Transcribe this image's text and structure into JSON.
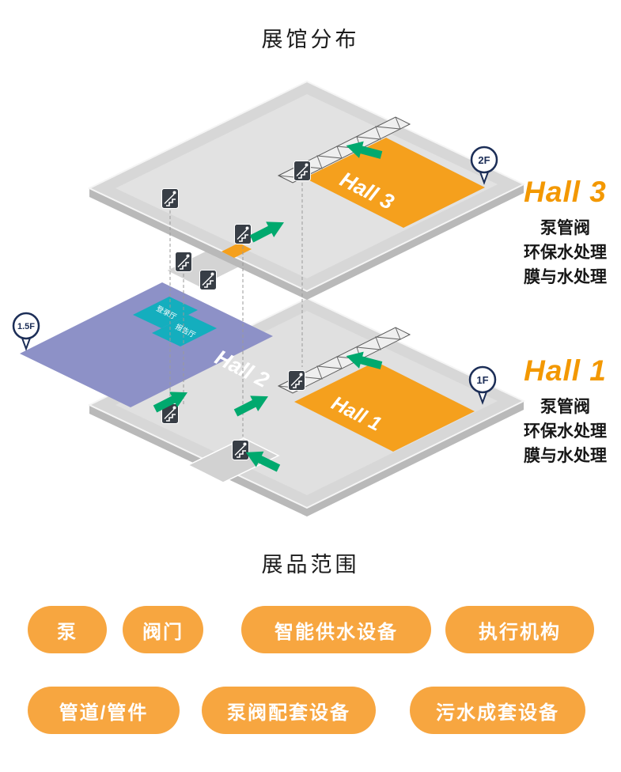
{
  "titles": {
    "map": "展馆分布",
    "scope": "展品范围"
  },
  "pins": [
    {
      "label": "2F"
    },
    {
      "label": "1.5F"
    },
    {
      "label": "1F"
    }
  ],
  "halls": [
    {
      "label": "Hall 3"
    },
    {
      "label": "Hall 2"
    },
    {
      "label": "Hall 1"
    }
  ],
  "rooms": [
    {
      "label": "登录厅"
    },
    {
      "label": "报告厅"
    }
  ],
  "legend": [
    {
      "title": "Hall 3",
      "lines": [
        "泵管阀",
        "环保水处理",
        "膜与水处理"
      ]
    },
    {
      "title": "Hall 1",
      "lines": [
        "泵管阀",
        "环保水处理",
        "膜与水处理"
      ]
    }
  ],
  "pills": {
    "row1": [
      "泵",
      "阀门",
      "智能供水设备",
      "执行机构"
    ],
    "row2": [
      "管道/管件",
      "泵阀配套设备",
      "污水成套设备"
    ]
  },
  "colors": {
    "pill_orange": "#F7A640",
    "hall_orange": "#F5A01D",
    "legend_orange": "#F39800",
    "arrow_green": "#00A96E",
    "platform_purple": "#8D91C7",
    "room_teal": "#14AEBE",
    "pin_navy": "#1C2E57",
    "floor_gray": "#D7D7D7"
  }
}
